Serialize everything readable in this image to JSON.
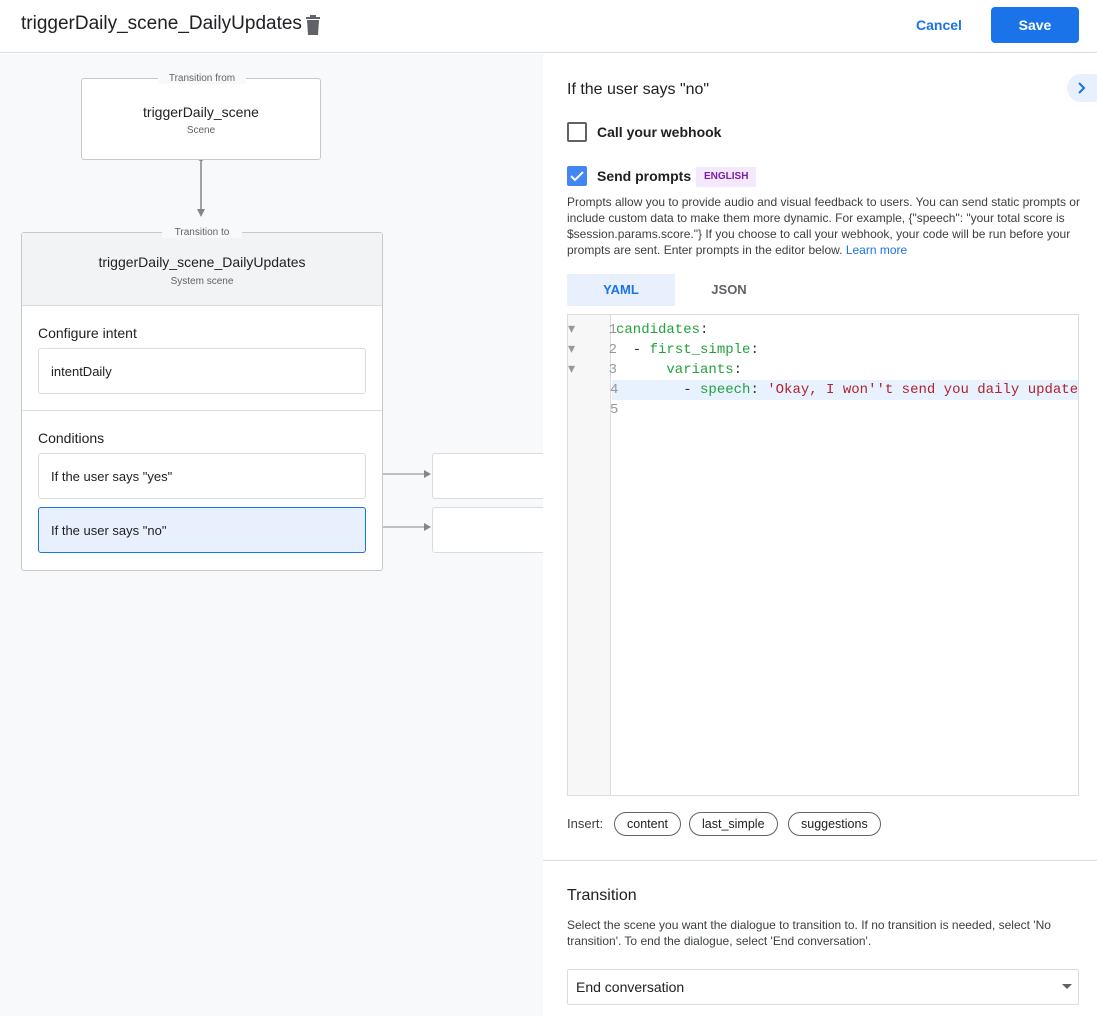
{
  "header": {
    "title": "triggerDaily_scene_DailyUpdates",
    "cancel": "Cancel",
    "save": "Save",
    "delete_icon": "trash-icon"
  },
  "canvas": {
    "from": {
      "legend": "Transition from",
      "name": "triggerDaily_scene",
      "type": "Scene"
    },
    "to": {
      "legend": "Transition to",
      "name": "triggerDaily_scene_DailyUpdates",
      "type": "System scene"
    },
    "intent": {
      "heading": "Configure intent",
      "value": "intentDaily"
    },
    "conditions": {
      "heading": "Conditions",
      "items": [
        "If the user says \"yes\"",
        "If the user says \"no\""
      ]
    }
  },
  "panel": {
    "title": "If the user says \"no\"",
    "webhook": {
      "label": "Call your webhook",
      "checked": false
    },
    "prompts": {
      "label": "Send prompts",
      "checked": true,
      "badge": "ENGLISH",
      "description": "Prompts allow you to provide audio and visual feedback to users. You can send static prompts or include custom data to make them more dynamic. For example, {\"speech\": \"your total score is $session.params.score.\"} If you choose to call your webhook, your code will be run before your prompts are sent. Enter prompts in the editor below. ",
      "learn_more": "Learn more"
    },
    "tabs": [
      "YAML",
      "JSON"
    ],
    "active_tab": "YAML",
    "code": {
      "line_numbers": [
        "1",
        "2",
        "3",
        "4",
        "5"
      ],
      "lines": [
        [
          {
            "t": "candidates",
            "c": "key"
          },
          {
            "t": ":",
            "c": "p"
          }
        ],
        [
          {
            "t": "  - ",
            "c": "p"
          },
          {
            "t": "first_simple",
            "c": "key"
          },
          {
            "t": ":",
            "c": "p"
          }
        ],
        [
          {
            "t": "      variants",
            "c": "key"
          },
          {
            "t": ":",
            "c": "p"
          }
        ],
        [
          {
            "t": "        - ",
            "c": "p"
          },
          {
            "t": "speech",
            "c": "key"
          },
          {
            "t": ": ",
            "c": "p"
          },
          {
            "t": "'Okay, I won''t send you daily update",
            "c": "str"
          }
        ],
        []
      ]
    },
    "insert": {
      "label": "Insert:",
      "chips": [
        "content",
        "last_simple",
        "suggestions"
      ]
    },
    "transition": {
      "heading": "Transition",
      "description": "Select the scene you want the dialogue to transition to. If no transition is needed, select 'No transition'. To end the dialogue, select 'End conversation'.",
      "selected": "End conversation"
    }
  },
  "colors": {
    "accent": "#1a73e8",
    "key": "#22a33a",
    "string": "#b5202e",
    "selected_condition": "#e8f0fe"
  }
}
